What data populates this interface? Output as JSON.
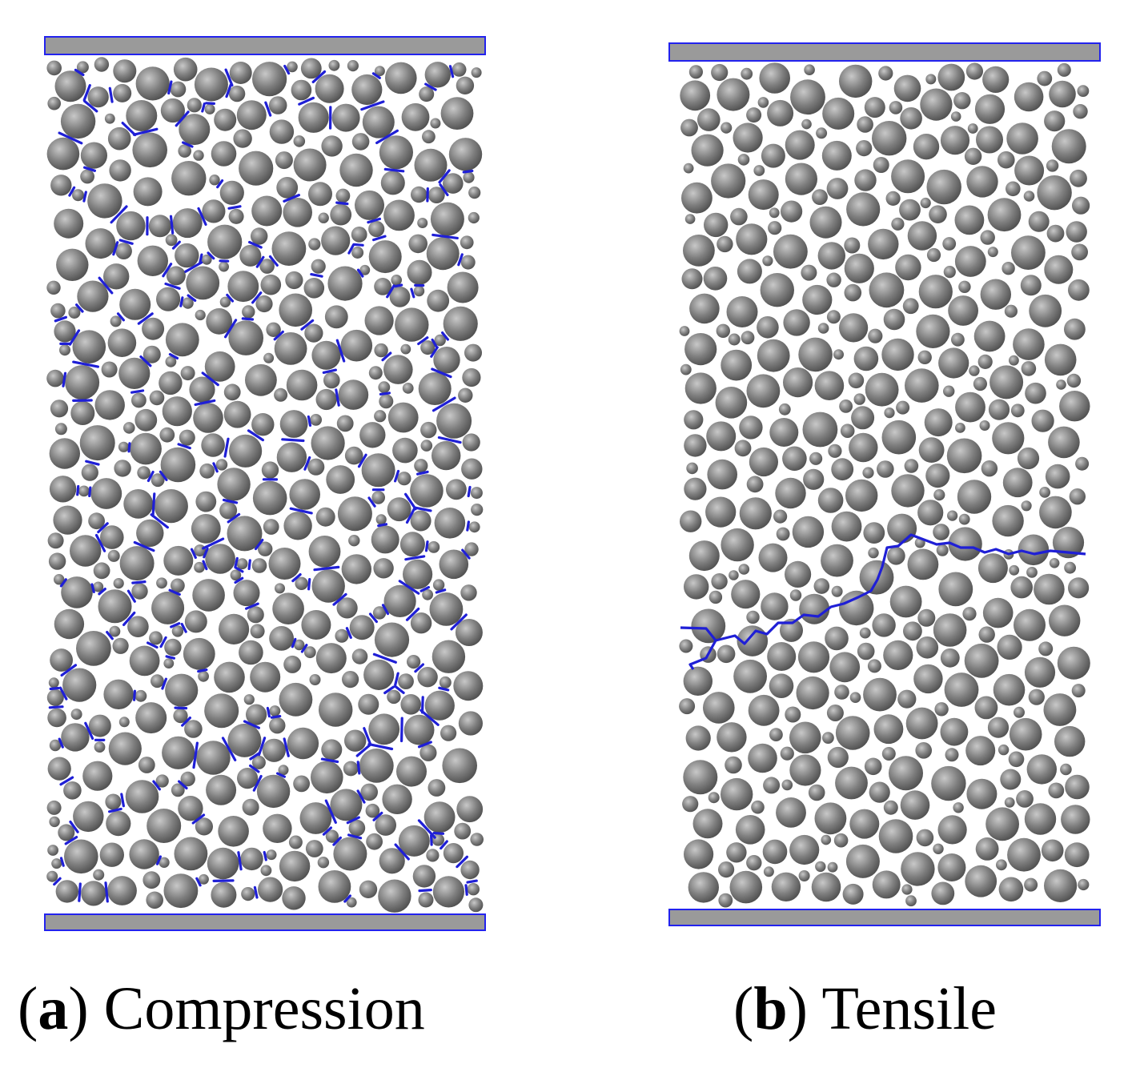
{
  "figure": {
    "panels": [
      {
        "id": "a",
        "letter": "a",
        "caption": "Compression",
        "loading": "compression",
        "crack_pattern": "distributed network of blue cracks throughout specimen"
      },
      {
        "id": "b",
        "letter": "b",
        "caption": "Tensile",
        "loading": "tensile",
        "crack_pattern": "single inclined blue crack across specimen"
      }
    ],
    "colors": {
      "particle": "#7f7f7f",
      "particle_highlight": "#c8c8c8",
      "particle_shadow": "#4d4d4d",
      "crack": "#1f1fd6",
      "platen_fill": "#9a9a9a",
      "platen_border": "#2222ee",
      "background": "#ffffff"
    }
  }
}
